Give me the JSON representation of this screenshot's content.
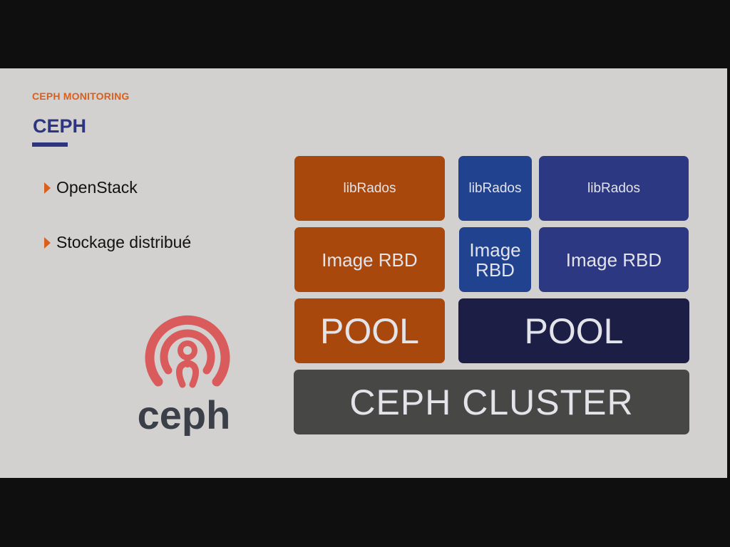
{
  "slide": {
    "kicker": "CEPH MONITORING",
    "title": "CEPH",
    "bullets": [
      "OpenStack",
      "Stockage distribué"
    ]
  },
  "logo": {
    "wordmark": "ceph",
    "icon": "ceph-logo-icon",
    "colors": {
      "symbol": "#d95b5b",
      "wordmark": "#3b3f47"
    }
  },
  "diagram": {
    "librados": [
      "libRados",
      "libRados",
      "libRados"
    ],
    "rbd": [
      "Image RBD",
      "Image RBD",
      "Image RBD"
    ],
    "pools": [
      "POOL",
      "POOL"
    ],
    "cluster": "CEPH CLUSTER",
    "colors": {
      "orange": "#a9480c",
      "blue": "#21438f",
      "indigo": "#2d3883",
      "navy": "#1c1e46",
      "grey": "#474746"
    }
  }
}
